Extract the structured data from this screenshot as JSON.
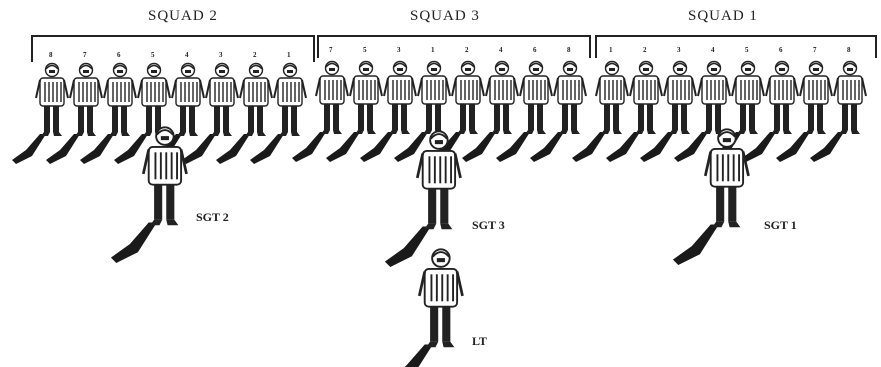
{
  "squads": [
    {
      "title": "SQUAD    2",
      "numbers": [
        "8",
        "7",
        "6",
        "5",
        "4",
        "3",
        "2",
        "1"
      ],
      "sergeant": "SGT 2"
    },
    {
      "title": "SQUAD    3",
      "numbers": [
        "7",
        "5",
        "3",
        "1",
        "2",
        "4",
        "6",
        "8"
      ],
      "sergeant": "SGT 3"
    },
    {
      "title": "SQUAD    1",
      "numbers": [
        "1",
        "2",
        "3",
        "4",
        "5",
        "6",
        "7",
        "8"
      ],
      "sergeant": "SGT 1"
    }
  ],
  "leader": "LT",
  "icons": {
    "figure": "soldier-icon"
  },
  "colors": {
    "ink": "#222222",
    "shadow": "#1a1a1a",
    "paper": "#ffffff"
  }
}
